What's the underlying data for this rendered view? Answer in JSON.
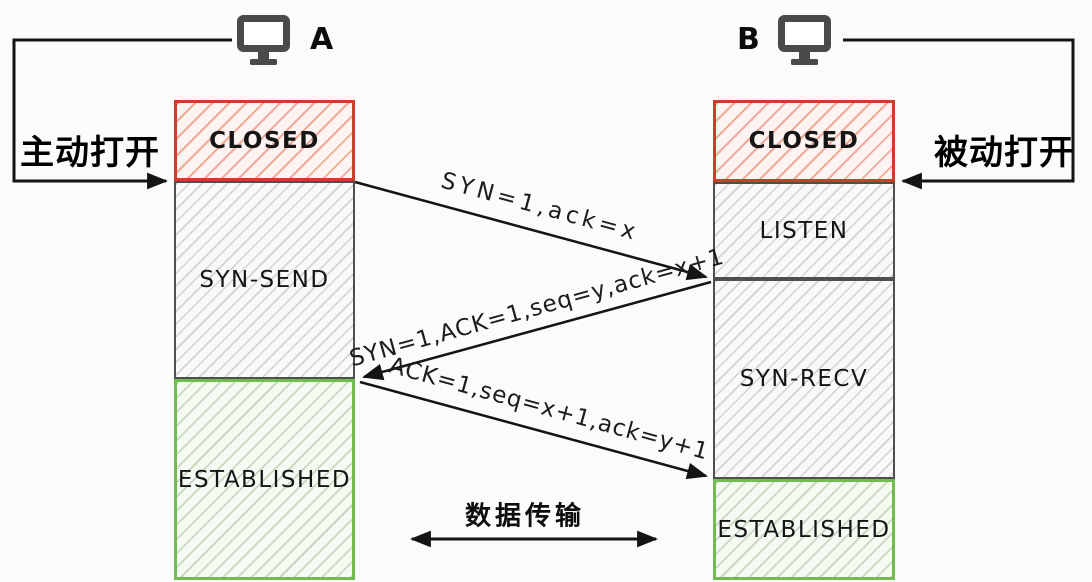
{
  "hosts": {
    "a_label": "A",
    "b_label": "B"
  },
  "side_labels": {
    "left": "主动打开",
    "right": "被动打开"
  },
  "states": {
    "a": [
      {
        "label": "CLOSED"
      },
      {
        "label": "SYN-SEND"
      },
      {
        "label": "ESTABLISHED"
      }
    ],
    "b": [
      {
        "label": "CLOSED"
      },
      {
        "label": "LISTEN"
      },
      {
        "label": "SYN-RECV"
      },
      {
        "label": "ESTABLISHED"
      }
    ]
  },
  "messages": [
    {
      "label": "SYN=1,ack=x",
      "from": "A",
      "to": "B"
    },
    {
      "label": "SYN=1,ACK=1,seq=y,ack=x+1",
      "from": "B",
      "to": "A"
    },
    {
      "label": "ACK=1,seq=x+1,ack=y+1",
      "from": "A",
      "to": "B"
    }
  ],
  "bottom_label": "数据传输",
  "colors": {
    "closed_border": "#cd3d2a",
    "established_border": "#72bb50",
    "neutral_border": "#4f4f4f",
    "line": "#141414",
    "icon": "#4a4a4a",
    "background": "#fbfbfb"
  }
}
